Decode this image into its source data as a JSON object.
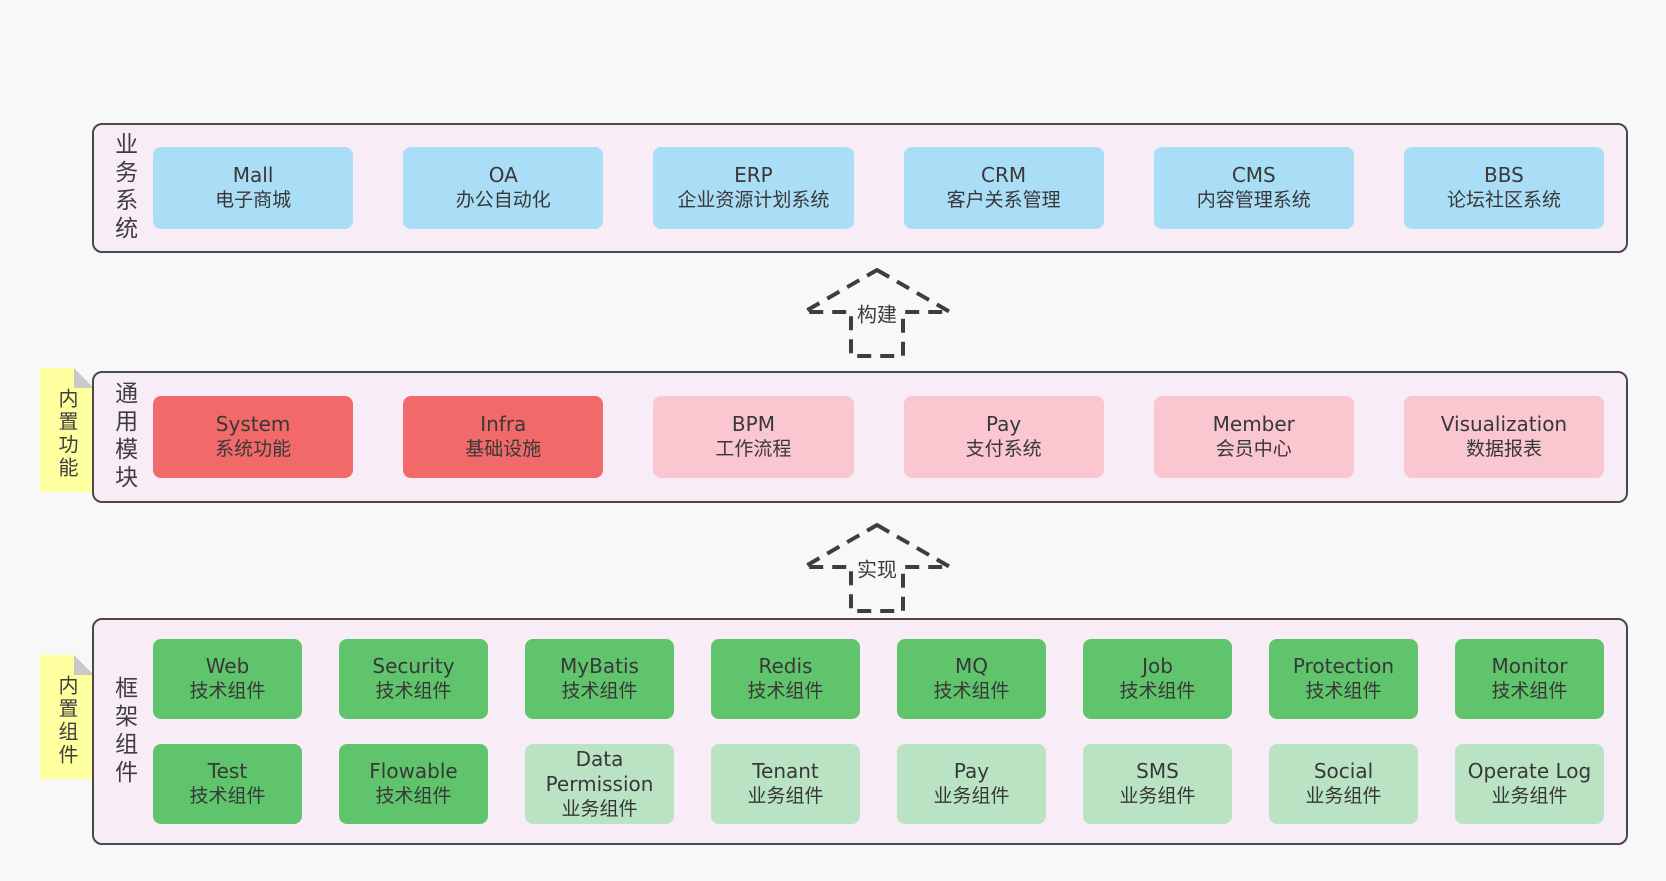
{
  "colors": {
    "canvas-bg": "#f8f8f8",
    "layer-bg": "#f8edf6",
    "layer-border": "#4c474b",
    "box-blue": "#aaddf6",
    "box-red": "#f2696a",
    "box-pink": "#fac6cf",
    "box-green": "#5fc46c",
    "box-green-light": "#bae3c3",
    "sticky-yellow": "#feff9e",
    "sticky-fold": "#c9c9c9",
    "arrow-stroke": "#3e3e3e",
    "text-dark": "#3d3d3d"
  },
  "arrows": [
    {
      "label": "构建"
    },
    {
      "label": "实现"
    }
  ],
  "layers": [
    {
      "id": "business-systems",
      "label": "业务系统",
      "sticky": null,
      "rows": [
        [
          {
            "title": "Mall",
            "subtitle": "电子商城",
            "variant": "blue"
          },
          {
            "title": "OA",
            "subtitle": "办公自动化",
            "variant": "blue"
          },
          {
            "title": "ERP",
            "subtitle": "企业资源计划系统",
            "variant": "blue"
          },
          {
            "title": "CRM",
            "subtitle": "客户关系管理",
            "variant": "blue"
          },
          {
            "title": "CMS",
            "subtitle": "内容管理系统",
            "variant": "blue"
          },
          {
            "title": "BBS",
            "subtitle": "论坛社区系统",
            "variant": "blue"
          }
        ]
      ]
    },
    {
      "id": "common-modules",
      "label": "通用模块",
      "sticky": "内置功能",
      "rows": [
        [
          {
            "title": "System",
            "subtitle": "系统功能",
            "variant": "red"
          },
          {
            "title": "Infra",
            "subtitle": "基础设施",
            "variant": "red"
          },
          {
            "title": "BPM",
            "subtitle": "工作流程",
            "variant": "pink"
          },
          {
            "title": "Pay",
            "subtitle": "支付系统",
            "variant": "pink"
          },
          {
            "title": "Member",
            "subtitle": "会员中心",
            "variant": "pink"
          },
          {
            "title": "Visualization",
            "subtitle": "数据报表",
            "variant": "pink"
          }
        ]
      ]
    },
    {
      "id": "framework-components",
      "label": "框架组件",
      "sticky": "内置组件",
      "rows": [
        [
          {
            "title": "Web",
            "subtitle": "技术组件",
            "variant": "green"
          },
          {
            "title": "Security",
            "subtitle": "技术组件",
            "variant": "green"
          },
          {
            "title": "MyBatis",
            "subtitle": "技术组件",
            "variant": "green"
          },
          {
            "title": "Redis",
            "subtitle": "技术组件",
            "variant": "green"
          },
          {
            "title": "MQ",
            "subtitle": "技术组件",
            "variant": "green"
          },
          {
            "title": "Job",
            "subtitle": "技术组件",
            "variant": "green"
          },
          {
            "title": "Protection",
            "subtitle": "技术组件",
            "variant": "green"
          },
          {
            "title": "Monitor",
            "subtitle": "技术组件",
            "variant": "green"
          }
        ],
        [
          {
            "title": "Test",
            "subtitle": "技术组件",
            "variant": "green"
          },
          {
            "title": "Flowable",
            "subtitle": "技术组件",
            "variant": "green"
          },
          {
            "title": "Data Permission",
            "subtitle": "业务组件",
            "variant": "green-light"
          },
          {
            "title": "Tenant",
            "subtitle": "业务组件",
            "variant": "green-light"
          },
          {
            "title": "Pay",
            "subtitle": "业务组件",
            "variant": "green-light"
          },
          {
            "title": "SMS",
            "subtitle": "业务组件",
            "variant": "green-light"
          },
          {
            "title": "Social",
            "subtitle": "业务组件",
            "variant": "green-light"
          },
          {
            "title": "Operate Log",
            "subtitle": "业务组件",
            "variant": "green-light"
          }
        ]
      ]
    }
  ]
}
